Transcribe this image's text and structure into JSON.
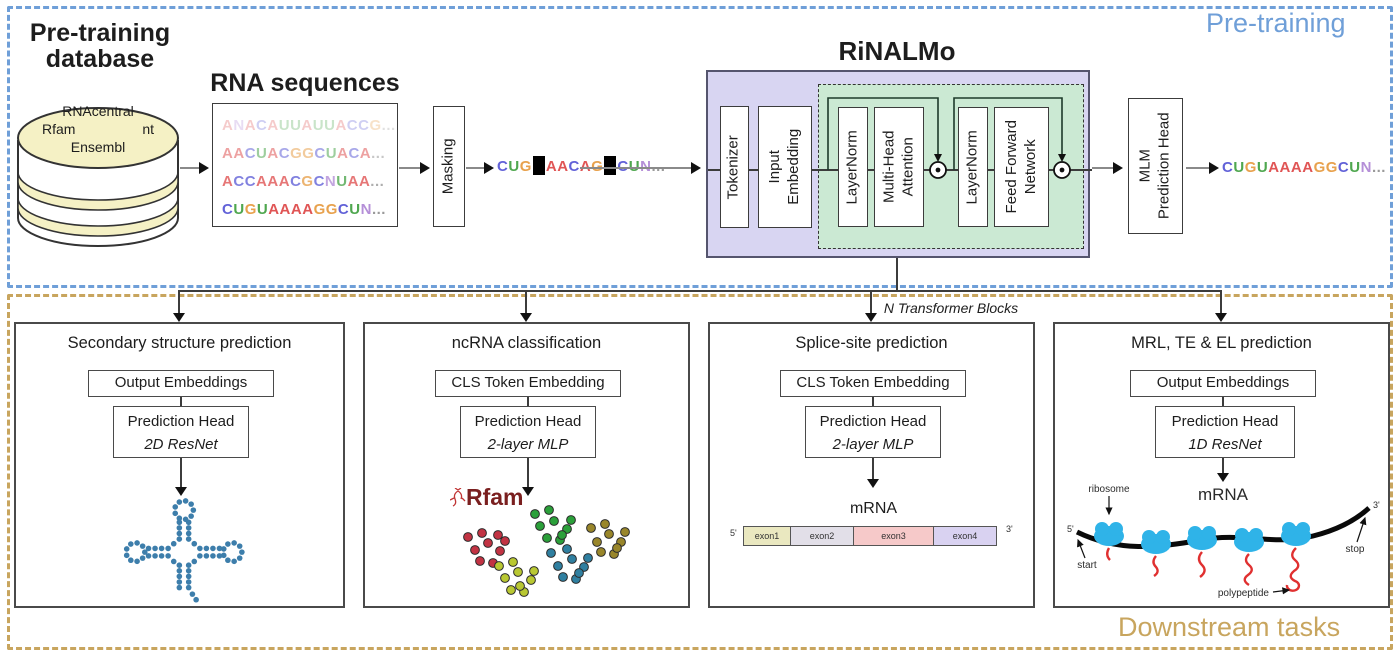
{
  "regions": {
    "pretraining_label": "Pre-training",
    "downstream_label": "Downstream tasks"
  },
  "database": {
    "title_line1": "Pre-training",
    "title_line2": "database",
    "sources": [
      "RNAcentral",
      "Rfam",
      "nt",
      "Ensembl"
    ]
  },
  "rna_sequences": {
    "title": "RNA sequences",
    "rows": [
      "ANACAUUAUUACCG...",
      "AACUACGGCUACA...",
      "ACCAAACGCNUAA...",
      "CUGUAAAAGGCUN..."
    ],
    "row_opacities": [
      0.3,
      0.55,
      0.8,
      1
    ]
  },
  "masking": {
    "label": "Masking"
  },
  "masked_sequence": {
    "segments": [
      {
        "t": "seq",
        "v": "CUG"
      },
      {
        "t": "mask"
      },
      {
        "t": "seq",
        "v": "AACAG"
      },
      {
        "t": "mask"
      },
      {
        "t": "seq",
        "v": "CUN..."
      }
    ]
  },
  "rinalmo": {
    "title": "RiNALMo",
    "tokenizer": "Tokenizer",
    "embed_line1": "Input",
    "embed_line2": "Embedding",
    "layernorm1": "LayerNorm",
    "mha_line1": "Multi-Head",
    "mha_line2": "Attention",
    "layernorm2": "LayerNorm",
    "ffn_line1": "Feed Forward",
    "ffn_line2": "Network",
    "blocks_label": "N Transformer Blocks"
  },
  "mlm_head": {
    "line1": "MLM",
    "line2": "Prediction Head"
  },
  "output_sequence": "CUGUAAAAGGCUN...",
  "panels": [
    {
      "title": "Secondary structure prediction",
      "embedding": "Output Embeddings",
      "head_line1": "Prediction Head",
      "head_line2": "2D ResNet"
    },
    {
      "title": "ncRNA classification",
      "embedding": "CLS Token Embedding",
      "head_line1": "Prediction Head",
      "head_line2": "2-layer MLP",
      "logo": "Rfam"
    },
    {
      "title": "Splice-site prediction",
      "embedding": "CLS Token Embedding",
      "head_line1": "Prediction Head",
      "head_line2": "2-layer MLP",
      "mrna_label": "mRNA",
      "five_prime": "5'",
      "three_prime": "3'",
      "exons": [
        {
          "label": "exon1",
          "color": "#eae8c0",
          "width": 48
        },
        {
          "label": "exon2",
          "color": "#e2dfe8",
          "width": 64
        },
        {
          "label": "exon3",
          "color": "#f6c9c9",
          "width": 81
        },
        {
          "label": "exon4",
          "color": "#d9d2f1",
          "width": 64
        }
      ]
    },
    {
      "title": "MRL, TE & EL prediction",
      "embedding": "Output Embeddings",
      "head_line1": "Prediction Head",
      "head_line2": "1D ResNet",
      "labels": {
        "ribosome": "ribosome",
        "mrna": "mRNA",
        "five_prime": "5'",
        "three_prime": "3'",
        "start": "start",
        "stop": "stop",
        "polypeptide": "polypeptide"
      }
    }
  ],
  "colors": {
    "theme": {
      "pretrain": "#6f9fd8",
      "downstream": "#c8a55e",
      "rinalmo_bg": "#d8d5f2",
      "green_bg": "#cbe9d3",
      "cylinder": "#f5f1c5",
      "ribosome": "#2fb3e8",
      "polypeptide": "#e03030",
      "dot": "#3d7eab",
      "rfam": "#7a1f1f"
    },
    "nt": {
      "A": "#e05555",
      "C": "#6262d8",
      "G": "#e8a24e",
      "U": "#4fa74f",
      "N": "#b58fd8",
      ".": "#9a9a9a"
    },
    "cluster_colors": [
      "#c23343",
      "#2ba03a",
      "#99862a",
      "#b9c832",
      "#2f7fa0"
    ]
  }
}
